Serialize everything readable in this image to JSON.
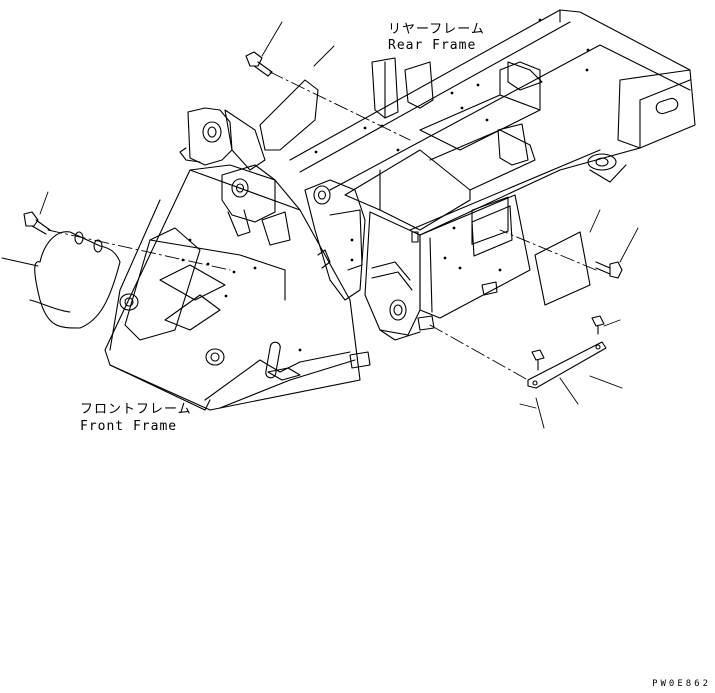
{
  "labels": {
    "rear_frame_jp": "リヤーフレーム",
    "rear_frame_en": "Rear Frame",
    "front_frame_jp": "フロントフレーム",
    "front_frame_en": "Front Frame"
  },
  "drawing_code": "PW0E862",
  "colors": {
    "line": "#000000",
    "background": "#ffffff"
  }
}
